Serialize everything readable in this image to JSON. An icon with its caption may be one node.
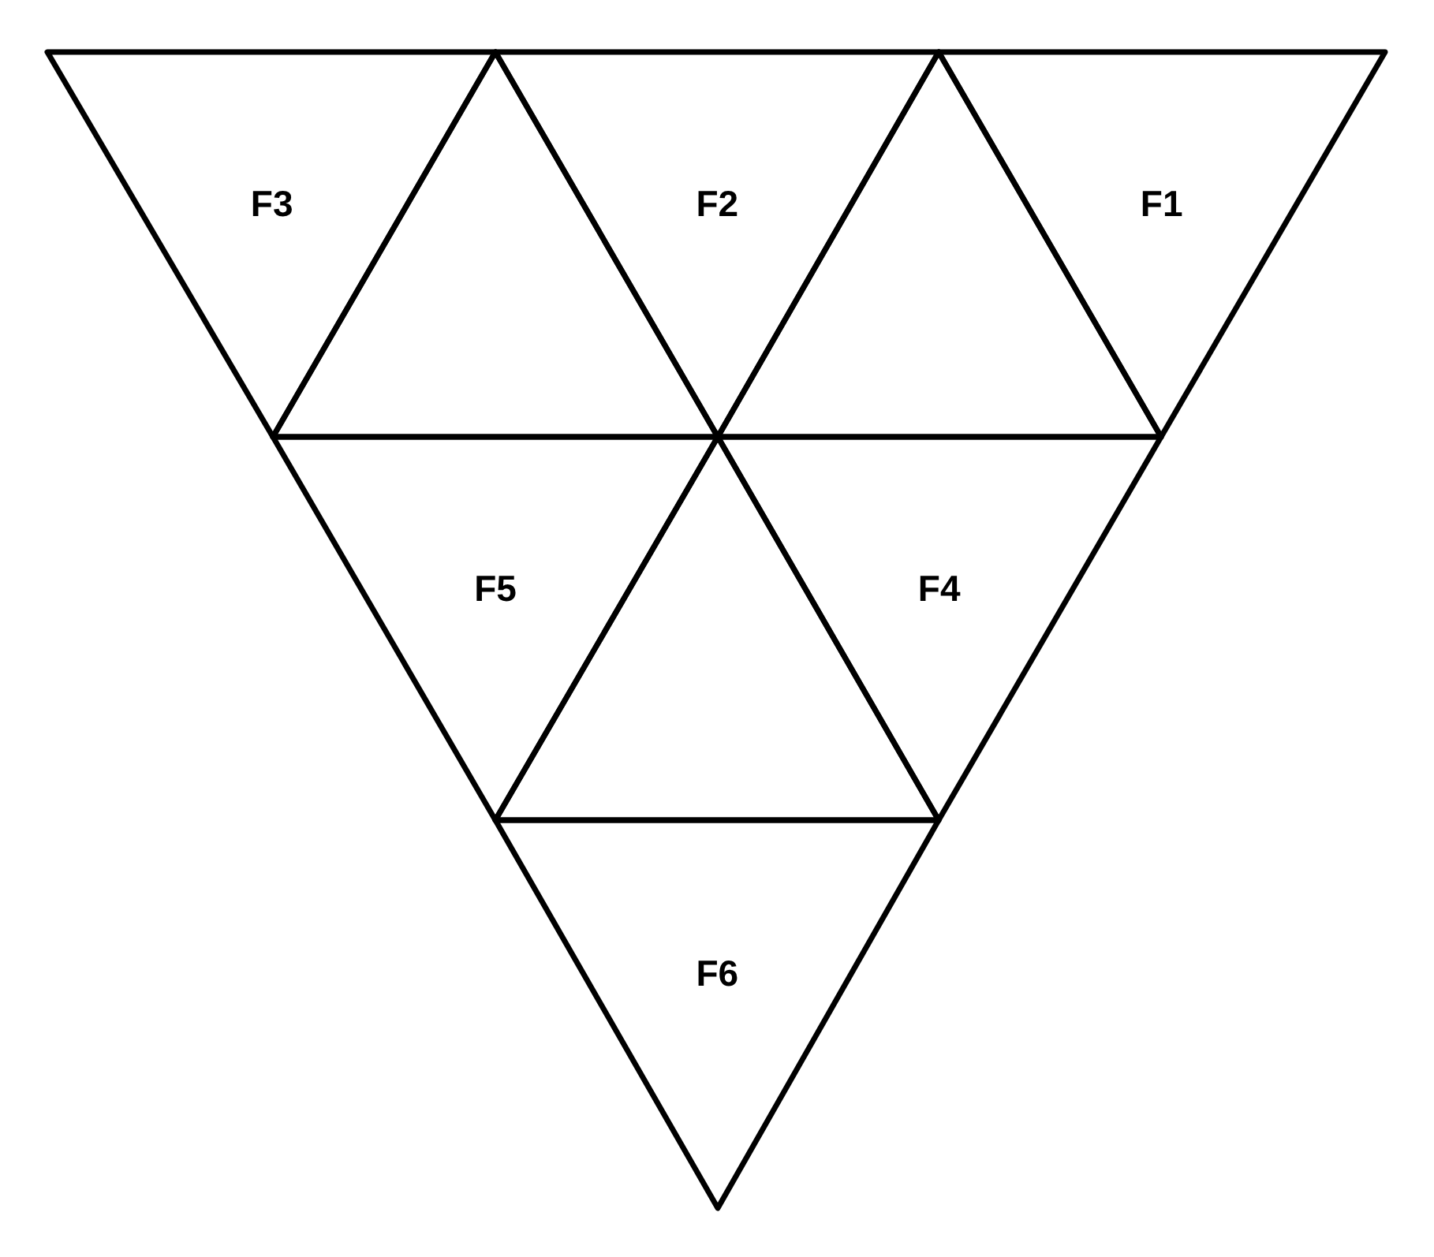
{
  "diagram": {
    "nodes": [
      {
        "text": [
          "F3"
        ]
      },
      {
        "text": [],
        "shape": "triangle"
      },
      {
        "text": [
          "F2"
        ]
      },
      {
        "text": [],
        "shape": "triangle"
      },
      {
        "text": [
          "F1"
        ]
      },
      {
        "text": [
          "F5"
        ]
      },
      {
        "text": [],
        "shape": "triangle"
      },
      {
        "text": [
          "F4"
        ]
      },
      {
        "text": [
          "F6"
        ]
      }
    ]
  }
}
